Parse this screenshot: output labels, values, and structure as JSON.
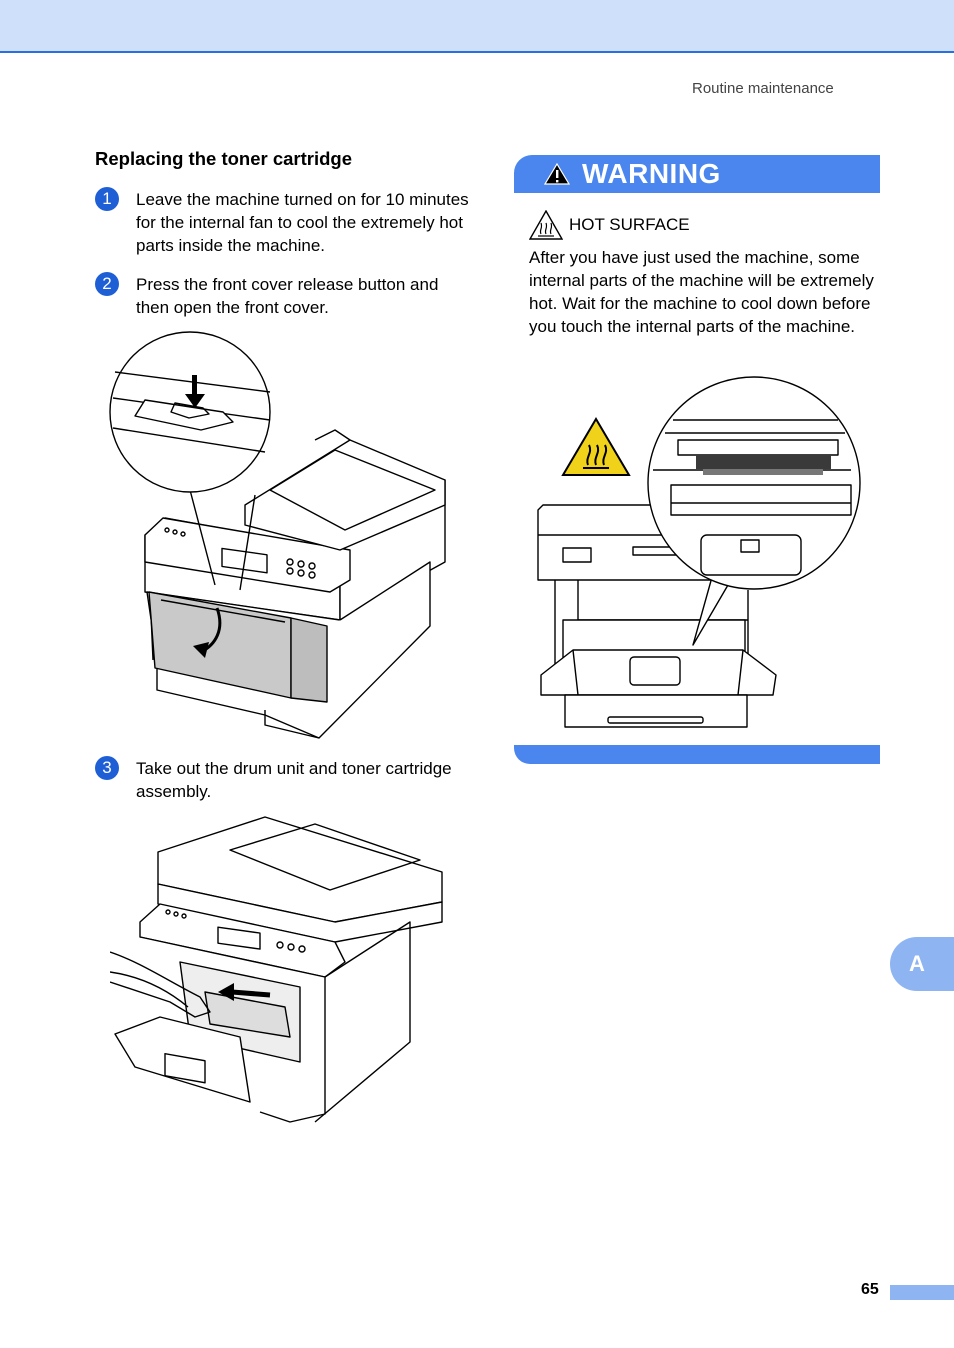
{
  "header": {
    "running_head": "Routine maintenance"
  },
  "section": {
    "title": "Replacing the toner cartridge",
    "steps": [
      {
        "number": "1",
        "text": "Leave the machine turned on for 10 minutes for the internal fan to cool the extremely hot parts inside the machine."
      },
      {
        "number": "2",
        "text": "Press the front cover release button and then open the front cover."
      },
      {
        "number": "3",
        "text": "Take out the drum unit and toner cartridge assembly."
      }
    ]
  },
  "warning": {
    "title": "WARNING",
    "hot_surface_label": "HOT SURFACE",
    "body": "After you have just used the machine, some internal parts of the machine will be extremely hot. Wait for the machine to cool down before you touch the internal parts of the machine."
  },
  "side_tab": {
    "letter": "A"
  },
  "footer": {
    "page_number": "65"
  },
  "colors": {
    "accent": "#4a86ee",
    "band": "#cfe0fb",
    "step_circle": "#1f5fd6",
    "tab": "#8fb4f2"
  },
  "icons": [
    "warning-triangle-icon",
    "hot-surface-icon",
    "press-arrow-icon",
    "open-arrow-icon",
    "pull-arrow-icon"
  ]
}
